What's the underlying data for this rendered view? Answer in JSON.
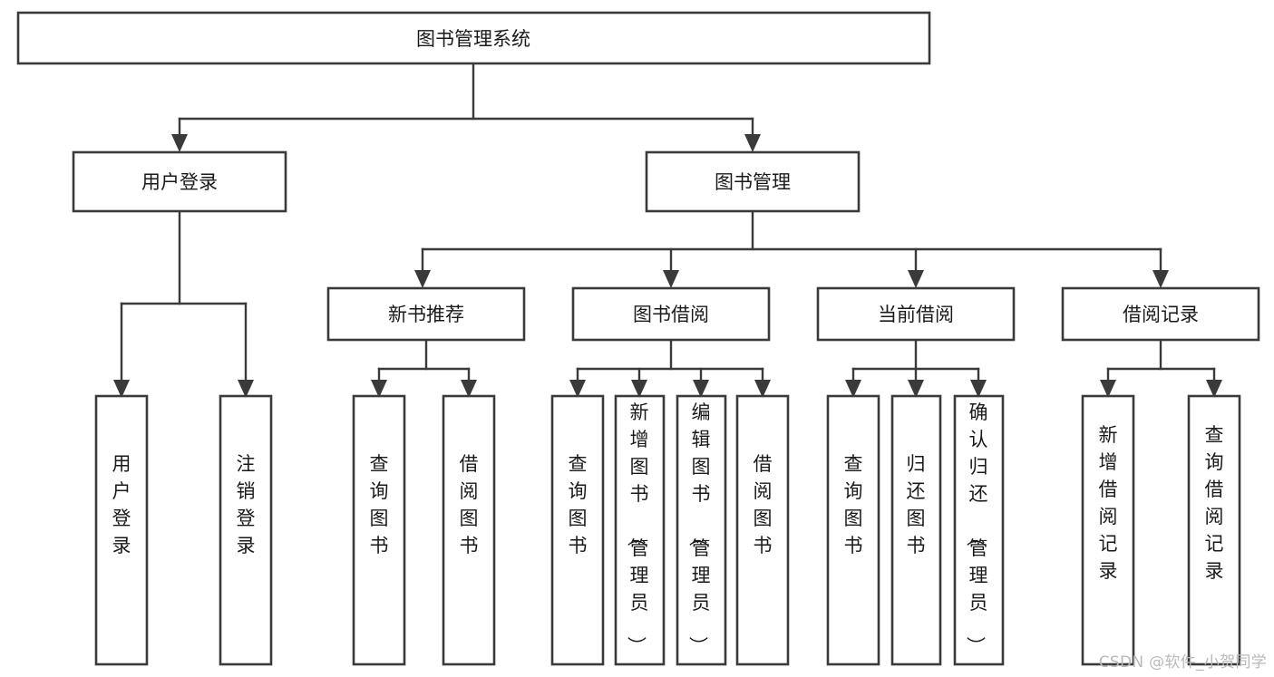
{
  "diagram": {
    "type": "tree-hierarchy",
    "title": "图书管理系统",
    "orientation": "top-down",
    "colors": {
      "box_stroke": "#3a3a3a",
      "box_fill": "#ffffff",
      "edge": "#3a3a3a",
      "text": "#1a1a1a",
      "background": "#ffffff",
      "watermark": "#b9b9b9"
    },
    "levels": [
      {
        "level": 1,
        "nodes": [
          {
            "id": "root",
            "label": "图书管理系统",
            "orientation": "horizontal"
          }
        ]
      },
      {
        "level": 2,
        "nodes": [
          {
            "id": "login",
            "label": "用户登录",
            "orientation": "horizontal",
            "parent": "root"
          },
          {
            "id": "bookmgmt",
            "label": "图书管理",
            "orientation": "horizontal",
            "parent": "root"
          }
        ]
      },
      {
        "level": 3,
        "nodes": [
          {
            "id": "newbook",
            "label": "新书推荐",
            "orientation": "horizontal",
            "parent": "bookmgmt"
          },
          {
            "id": "borrow",
            "label": "图书借阅",
            "orientation": "horizontal",
            "parent": "bookmgmt"
          },
          {
            "id": "current",
            "label": "当前借阅",
            "orientation": "horizontal",
            "parent": "bookmgmt"
          },
          {
            "id": "records",
            "label": "借阅记录",
            "orientation": "horizontal",
            "parent": "bookmgmt"
          }
        ]
      },
      {
        "level": 4,
        "nodes": [
          {
            "id": "leaf-user-login",
            "label": "用户登录",
            "orientation": "vertical",
            "parent": "login"
          },
          {
            "id": "leaf-user-logout",
            "label": "注销登录",
            "orientation": "vertical",
            "parent": "login"
          },
          {
            "id": "leaf-nb-query",
            "label": "查询图书",
            "orientation": "vertical",
            "parent": "newbook"
          },
          {
            "id": "leaf-nb-borrow",
            "label": "借阅图书",
            "orientation": "vertical",
            "parent": "newbook"
          },
          {
            "id": "leaf-bw-query",
            "label": "查询图书",
            "orientation": "vertical",
            "parent": "borrow"
          },
          {
            "id": "leaf-bw-add",
            "label": "新增图书（管理员）",
            "orientation": "vertical",
            "parent": "borrow"
          },
          {
            "id": "leaf-bw-edit",
            "label": "编辑图书（管理员）",
            "orientation": "vertical",
            "parent": "borrow"
          },
          {
            "id": "leaf-bw-borrow",
            "label": "借阅图书",
            "orientation": "vertical",
            "parent": "borrow"
          },
          {
            "id": "leaf-cur-query",
            "label": "查询图书",
            "orientation": "vertical",
            "parent": "current"
          },
          {
            "id": "leaf-cur-return",
            "label": "归还图书",
            "orientation": "vertical",
            "parent": "current"
          },
          {
            "id": "leaf-cur-confirm",
            "label": "确认归还（管理员）",
            "orientation": "vertical",
            "parent": "current"
          },
          {
            "id": "leaf-rec-add",
            "label": "新增借阅记录",
            "orientation": "vertical",
            "parent": "records"
          },
          {
            "id": "leaf-rec-query",
            "label": "查询借阅记录",
            "orientation": "vertical",
            "parent": "records"
          }
        ]
      }
    ]
  },
  "watermark": {
    "text": "CSDN @软件_小贺同学"
  }
}
